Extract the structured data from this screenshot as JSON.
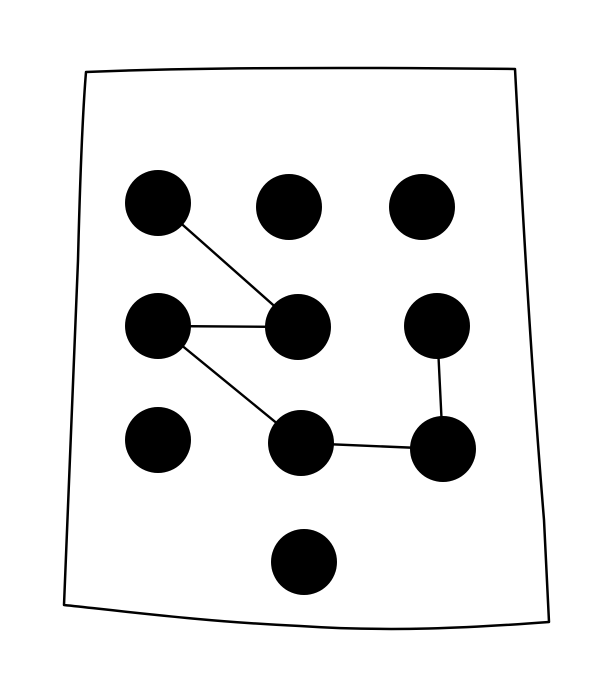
{
  "screen": {
    "type": "pattern-lock",
    "grid_rows": 3,
    "grid_cols": 3,
    "extra_bottom_dot": true
  },
  "pattern": {
    "dots": [
      {
        "id": "r1c1",
        "row": 1,
        "col": 1
      },
      {
        "id": "r1c2",
        "row": 1,
        "col": 2
      },
      {
        "id": "r1c3",
        "row": 1,
        "col": 3
      },
      {
        "id": "r2c1",
        "row": 2,
        "col": 1
      },
      {
        "id": "r2c2",
        "row": 2,
        "col": 2
      },
      {
        "id": "r2c3",
        "row": 2,
        "col": 3
      },
      {
        "id": "r3c1",
        "row": 3,
        "col": 1
      },
      {
        "id": "r3c2",
        "row": 3,
        "col": 2
      },
      {
        "id": "r3c3",
        "row": 3,
        "col": 3
      },
      {
        "id": "r4c2",
        "row": 4,
        "col": 2
      }
    ],
    "path": [
      "r1c1",
      "r2c2",
      "r2c1",
      "r3c2",
      "r3c3",
      "r2c3"
    ]
  },
  "colors": {
    "dot": "#000000",
    "line": "#000000",
    "frame": "#000000",
    "background": "#ffffff"
  }
}
